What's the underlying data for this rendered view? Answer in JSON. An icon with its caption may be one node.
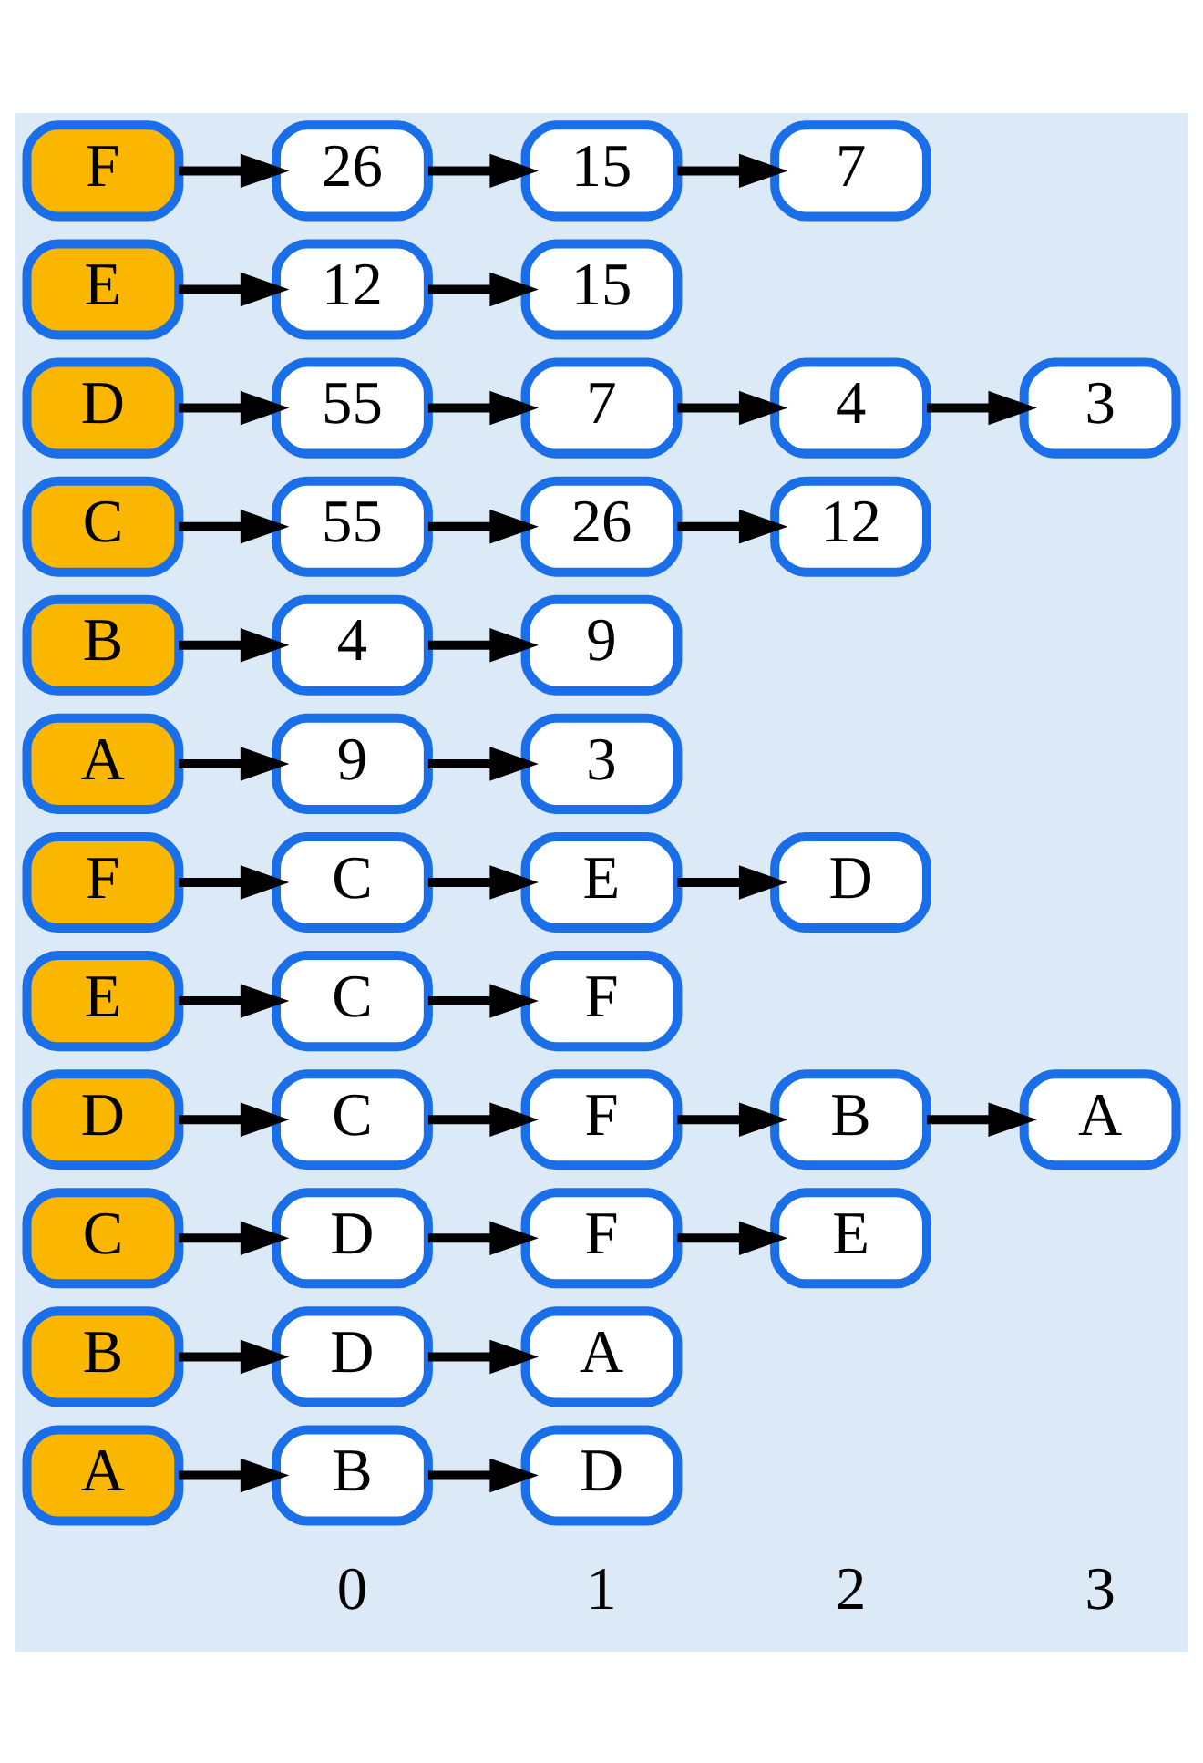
{
  "diagram": {
    "nodes": [
      {
        "text": [
          "A"
        ]
      },
      {
        "text": [
          "B"
        ]
      },
      {
        "text": [
          "D"
        ]
      },
      {
        "text": [
          "B"
        ]
      },
      {
        "text": [
          "D"
        ]
      },
      {
        "text": [
          "A"
        ]
      },
      {
        "text": [
          "C"
        ]
      },
      {
        "text": [
          "D"
        ]
      },
      {
        "text": [
          "F"
        ]
      },
      {
        "text": [
          "E"
        ]
      },
      {
        "text": [
          "D"
        ]
      },
      {
        "text": [
          "C"
        ]
      },
      {
        "text": [
          "F"
        ]
      },
      {
        "text": [
          "B"
        ]
      },
      {
        "text": [
          "A"
        ]
      },
      {
        "text": [
          "E"
        ]
      },
      {
        "text": [
          "C"
        ]
      },
      {
        "text": [
          "F"
        ]
      },
      {
        "text": [
          "F"
        ]
      },
      {
        "text": [
          "C"
        ]
      },
      {
        "text": [
          "E"
        ]
      },
      {
        "text": [
          "D"
        ]
      },
      {
        "text": [
          "A"
        ]
      },
      {
        "text": [
          "9"
        ]
      },
      {
        "text": [
          "3"
        ]
      },
      {
        "text": [
          "B"
        ]
      },
      {
        "text": [
          "4"
        ]
      },
      {
        "text": [
          "9"
        ]
      },
      {
        "text": [
          "C"
        ]
      },
      {
        "text": [
          "55"
        ]
      },
      {
        "text": [
          "26"
        ]
      },
      {
        "text": [
          "12"
        ]
      },
      {
        "text": [
          "D"
        ]
      },
      {
        "text": [
          "55"
        ]
      },
      {
        "text": [
          "7"
        ]
      },
      {
        "text": [
          "4"
        ]
      },
      {
        "text": [
          "3"
        ]
      },
      {
        "text": [
          "E"
        ]
      },
      {
        "text": [
          "12"
        ]
      },
      {
        "text": [
          "15"
        ]
      },
      {
        "text": [
          "F"
        ]
      },
      {
        "text": [
          "26"
        ]
      },
      {
        "text": [
          "15"
        ]
      },
      {
        "text": [
          "7"
        ]
      }
    ],
    "edges": [
      {
        "from": 0,
        "to": 1,
        "arrow": "to"
      },
      {
        "from": 1,
        "to": 2,
        "arrow": "to"
      },
      {
        "from": 3,
        "to": 4,
        "arrow": "to"
      },
      {
        "from": 4,
        "to": 5,
        "arrow": "to"
      },
      {
        "from": 6,
        "to": 7,
        "arrow": "to"
      },
      {
        "from": 7,
        "to": 8,
        "arrow": "to"
      },
      {
        "from": 8,
        "to": 9,
        "arrow": "to"
      },
      {
        "from": 10,
        "to": 11,
        "arrow": "to"
      },
      {
        "from": 11,
        "to": 12,
        "arrow": "to"
      },
      {
        "from": 12,
        "to": 13,
        "arrow": "to"
      },
      {
        "from": 13,
        "to": 14,
        "arrow": "to"
      },
      {
        "from": 15,
        "to": 16,
        "arrow": "to"
      },
      {
        "from": 16,
        "to": 17,
        "arrow": "to"
      },
      {
        "from": 18,
        "to": 19,
        "arrow": "to"
      },
      {
        "from": 19,
        "to": 20,
        "arrow": "to"
      },
      {
        "from": 20,
        "to": 21,
        "arrow": "to"
      },
      {
        "from": 22,
        "to": 23,
        "arrow": "to"
      },
      {
        "from": 23,
        "to": 24,
        "arrow": "to"
      },
      {
        "from": 25,
        "to": 26,
        "arrow": "to"
      },
      {
        "from": 26,
        "to": 27,
        "arrow": "to"
      },
      {
        "from": 28,
        "to": 29,
        "arrow": "to"
      },
      {
        "from": 29,
        "to": 30,
        "arrow": "to"
      },
      {
        "from": 30,
        "to": 31,
        "arrow": "to"
      },
      {
        "from": 32,
        "to": 33,
        "arrow": "to"
      },
      {
        "from": 33,
        "to": 34,
        "arrow": "to"
      },
      {
        "from": 34,
        "to": 35,
        "arrow": "to"
      },
      {
        "from": 35,
        "to": 36,
        "arrow": "to"
      },
      {
        "from": 37,
        "to": 38,
        "arrow": "to"
      },
      {
        "from": 38,
        "to": 39,
        "arrow": "to"
      },
      {
        "from": 40,
        "to": 41,
        "arrow": "to"
      },
      {
        "from": 41,
        "to": 42,
        "arrow": "to"
      },
      {
        "from": 42,
        "to": 43,
        "arrow": "to"
      }
    ],
    "labels": [
      "0",
      "1",
      "2",
      "3"
    ]
  }
}
